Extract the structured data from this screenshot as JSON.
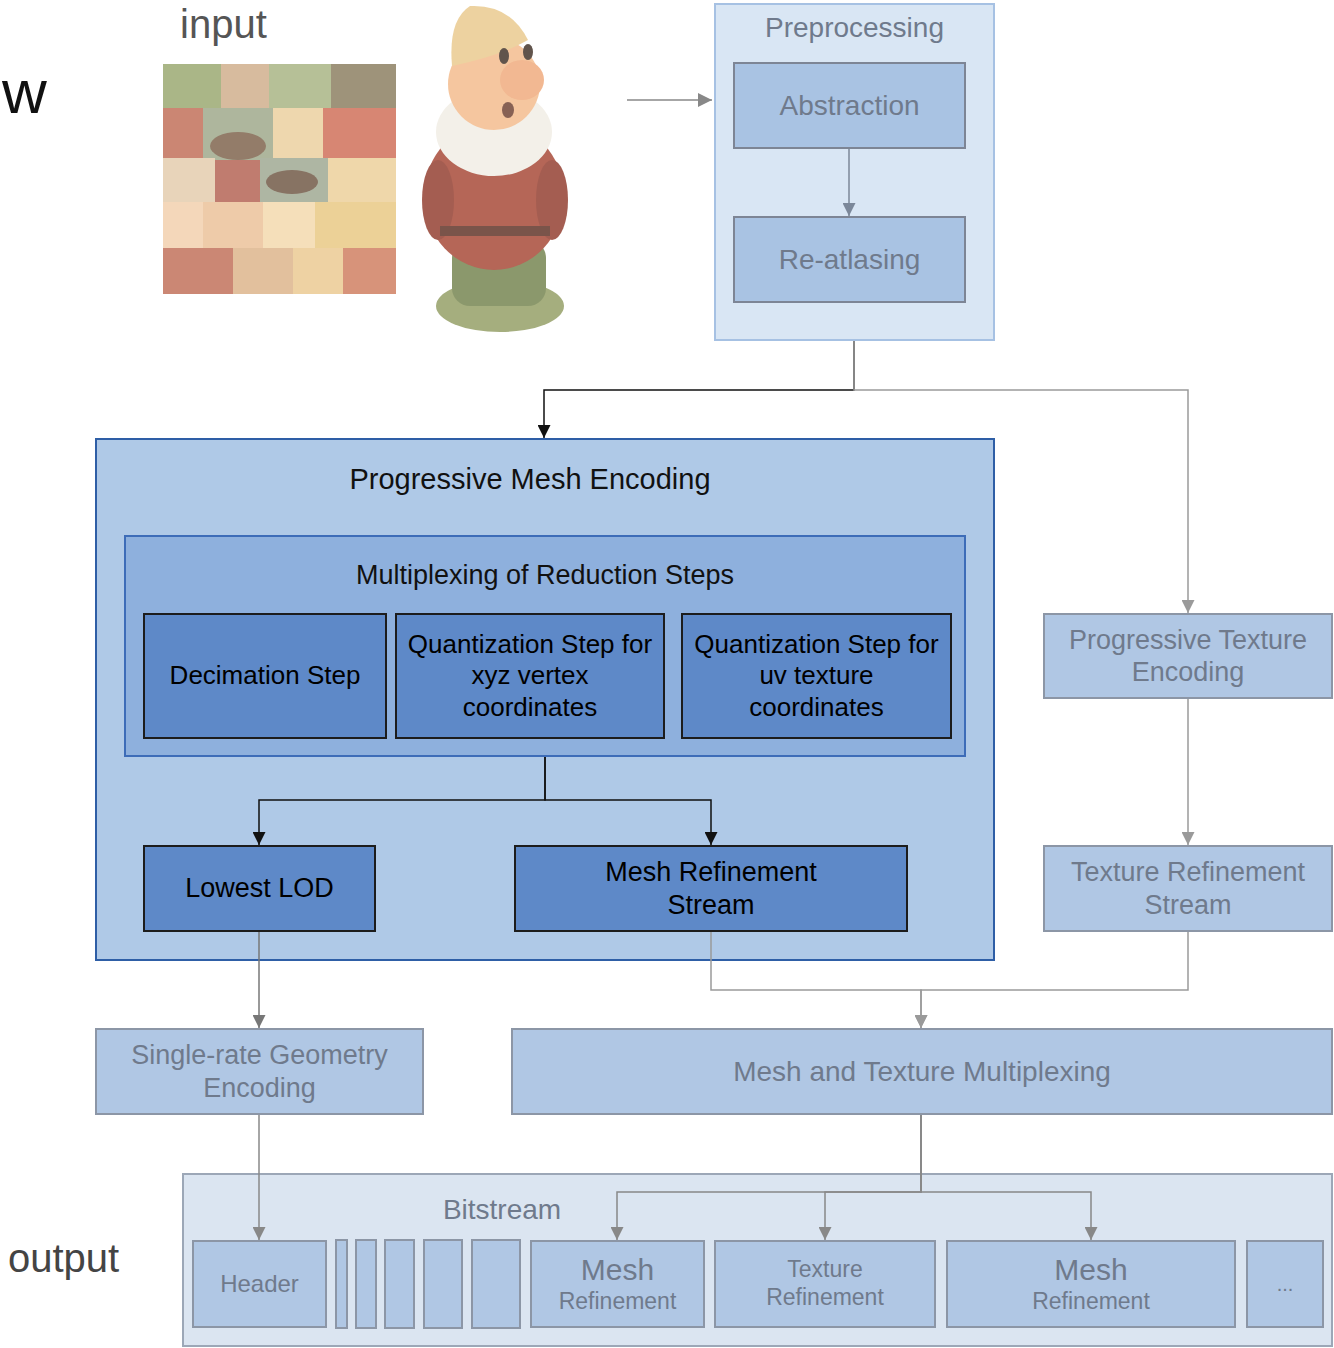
{
  "diagram": {
    "nodes": [
      {
        "text": [
          "Preprocessing"
        ]
      },
      {
        "text": [
          "Abstraction"
        ],
        "in": 0
      },
      {
        "text": [
          "Re-atlasing"
        ],
        "in": 0
      },
      {
        "text": [
          "Progressive Mesh Encoding"
        ]
      },
      {
        "text": [
          "Multiplexing of Reduction Steps"
        ],
        "in": 3
      },
      {
        "text": [
          "Decimation Step"
        ],
        "in": 4
      },
      {
        "text": [
          "Quantization Step for xyz vertex coordinates"
        ],
        "in": 4
      },
      {
        "text": [
          "Quantization Step for uv texture coordinates"
        ],
        "in": 4
      },
      {
        "text": [
          "Lowest LOD"
        ],
        "in": 3
      },
      {
        "text": [
          "Mesh Refinement Stream"
        ],
        "in": 3
      },
      {
        "text": [
          "Progressive Texture Encoding"
        ]
      },
      {
        "text": [
          "Texture Refinement Stream"
        ]
      },
      {
        "text": [
          "Single-rate Geometry Encoding"
        ]
      },
      {
        "text": [
          "Mesh and Texture Multiplexing"
        ]
      },
      {
        "text": [
          "Bitstream"
        ]
      },
      {
        "text": [
          "Header"
        ],
        "in": 14
      },
      {
        "text": [
          "Mesh",
          "Refinement"
        ],
        "in": 14
      },
      {
        "text": [
          "Texture Refinement"
        ],
        "in": 14
      },
      {
        "text": [
          "Mesh",
          "Refinement"
        ],
        "in": 14
      },
      {
        "text": [
          "..."
        ],
        "in": 14
      }
    ],
    "edges": [
      {
        "from": 1,
        "to": 2,
        "arrow": "to"
      },
      {
        "from": 0,
        "to": 3,
        "arrow": "to"
      },
      {
        "from": 0,
        "to": 10,
        "arrow": "to"
      },
      {
        "from": 4,
        "to": 8,
        "arrow": "to"
      },
      {
        "from": 4,
        "to": 9,
        "arrow": "to"
      },
      {
        "from": 10,
        "to": 11,
        "arrow": "to"
      },
      {
        "from": 8,
        "to": 12,
        "arrow": "to"
      },
      {
        "from": 9,
        "to": 13,
        "arrow": "to"
      },
      {
        "from": 11,
        "to": 13,
        "arrow": "to"
      },
      {
        "from": 12,
        "to": 15,
        "arrow": "to"
      },
      {
        "from": 13,
        "to": 16,
        "arrow": "to"
      },
      {
        "from": 13,
        "to": 17,
        "arrow": "to"
      },
      {
        "from": 13,
        "to": 18,
        "arrow": "to"
      }
    ],
    "labels": [
      "w",
      "input",
      "output"
    ]
  }
}
